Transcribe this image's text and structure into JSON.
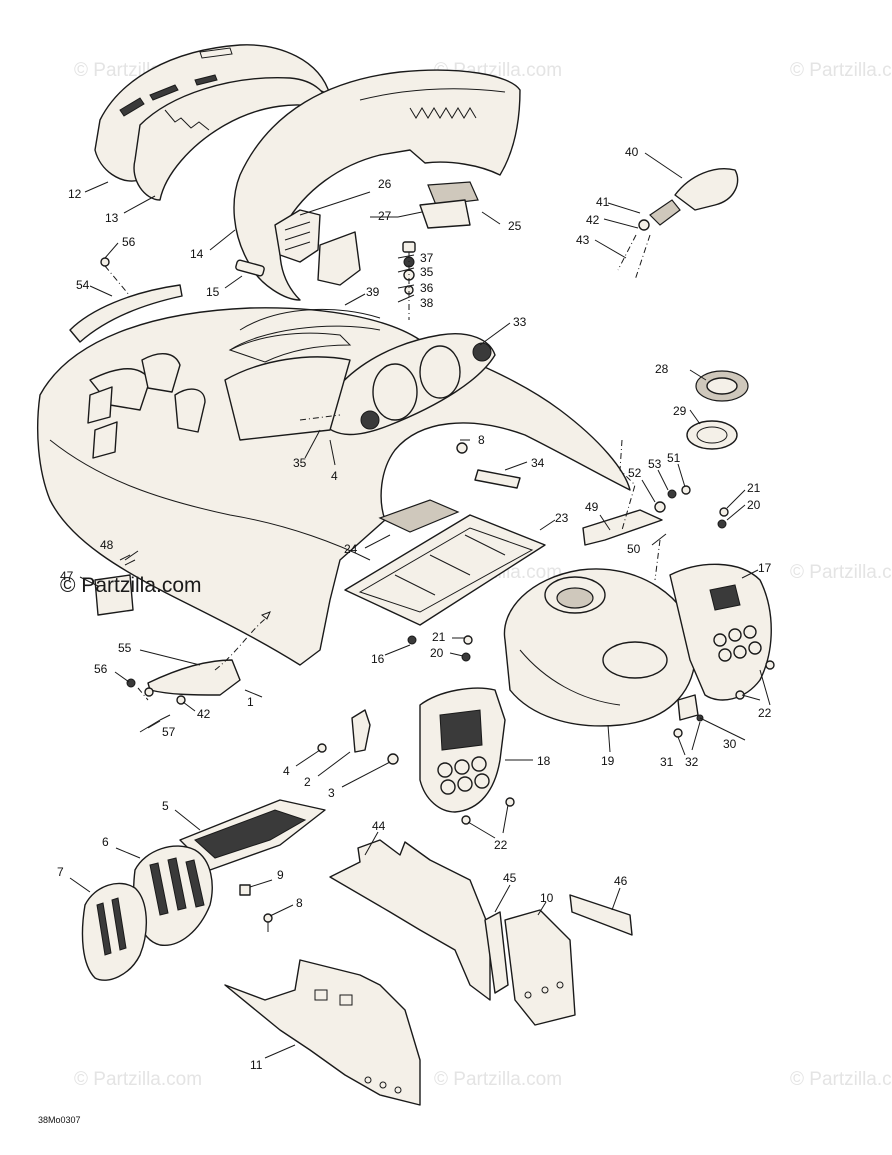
{
  "watermarks": {
    "brand": "© Partzilla.com",
    "overlay": "© Partzilla.com"
  },
  "drawing_code": "38Mo0307",
  "callouts": [
    "1",
    "2",
    "3",
    "4",
    "5",
    "6",
    "7",
    "8",
    "9",
    "10",
    "11",
    "12",
    "13",
    "14",
    "15",
    "16",
    "17",
    "18",
    "19",
    "20",
    "21",
    "22",
    "23",
    "24",
    "25",
    "26",
    "27",
    "28",
    "29",
    "30",
    "31",
    "32",
    "33",
    "34",
    "35",
    "36",
    "37",
    "38",
    "39",
    "40",
    "41",
    "42",
    "43",
    "44",
    "45",
    "46",
    "47",
    "48",
    "49",
    "50",
    "51",
    "52",
    "53",
    "54",
    "55",
    "56",
    "57"
  ]
}
